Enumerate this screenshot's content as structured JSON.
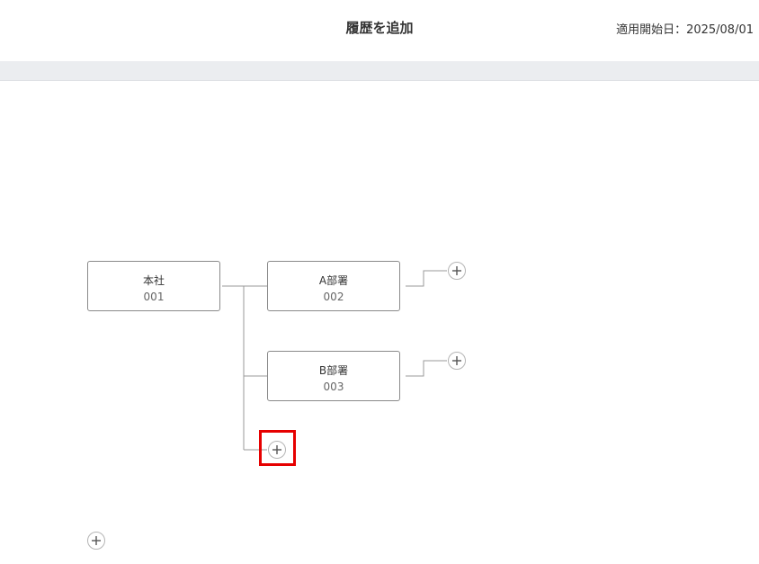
{
  "header": {
    "title": "履歴を追加",
    "effective_date": "適用開始日：2025/08/01"
  },
  "org_chart": {
    "root": {
      "name": "本社",
      "code": "001"
    },
    "children": [
      {
        "name": "A部署",
        "code": "002"
      },
      {
        "name": "B部署",
        "code": "003"
      }
    ]
  },
  "icons": {
    "add": "plus-circle-icon"
  },
  "colors": {
    "highlight": "#e60000",
    "node_border": "#8a8a8a",
    "connector": "#9a9a9a",
    "band": "#ebedf0"
  }
}
